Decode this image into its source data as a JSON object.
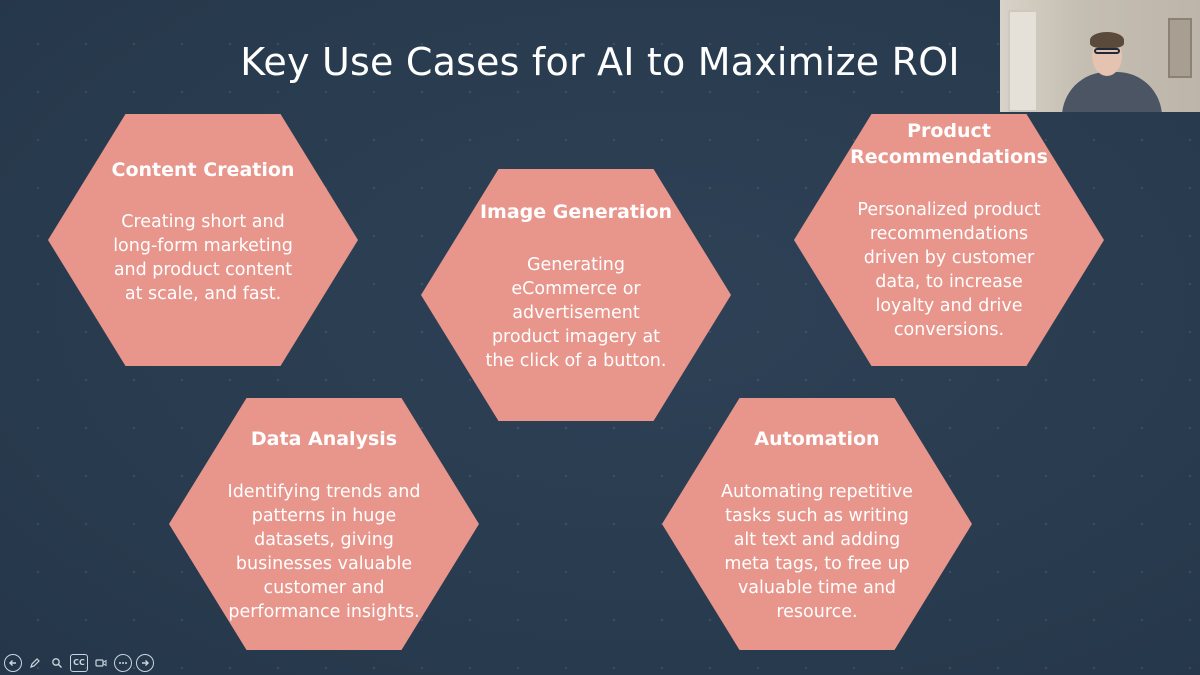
{
  "slide": {
    "title": "Key Use Cases for AI to Maximize ROI",
    "use_cases": [
      {
        "title": "Content Creation",
        "body": "Creating short and long-form marketing and product content at scale, and fast."
      },
      {
        "title": "Image Generation",
        "body": "Generating eCommerce or advertisement product imagery at the click of a button."
      },
      {
        "title": "Product Recommendations",
        "body": "Personalized product recommendations driven by customer data, to increase loyalty and drive conversions."
      },
      {
        "title": "Data Analysis",
        "body": "Identifying trends and patterns in huge datasets, giving businesses valuable customer and performance insights."
      },
      {
        "title": "Automation",
        "body": "Automating repetitive tasks such as writing alt text and adding meta tags, to free up valuable time and resource."
      }
    ]
  },
  "toolbar": {
    "icons": [
      "back-arrow-icon",
      "pen-icon",
      "zoom-icon",
      "captions-icon",
      "video-icon",
      "more-icon",
      "forward-arrow-icon"
    ],
    "captions_label": "CC"
  },
  "colors": {
    "background": "#2a3b4f",
    "hexagon": "#e8958c",
    "text": "#ffffff"
  }
}
